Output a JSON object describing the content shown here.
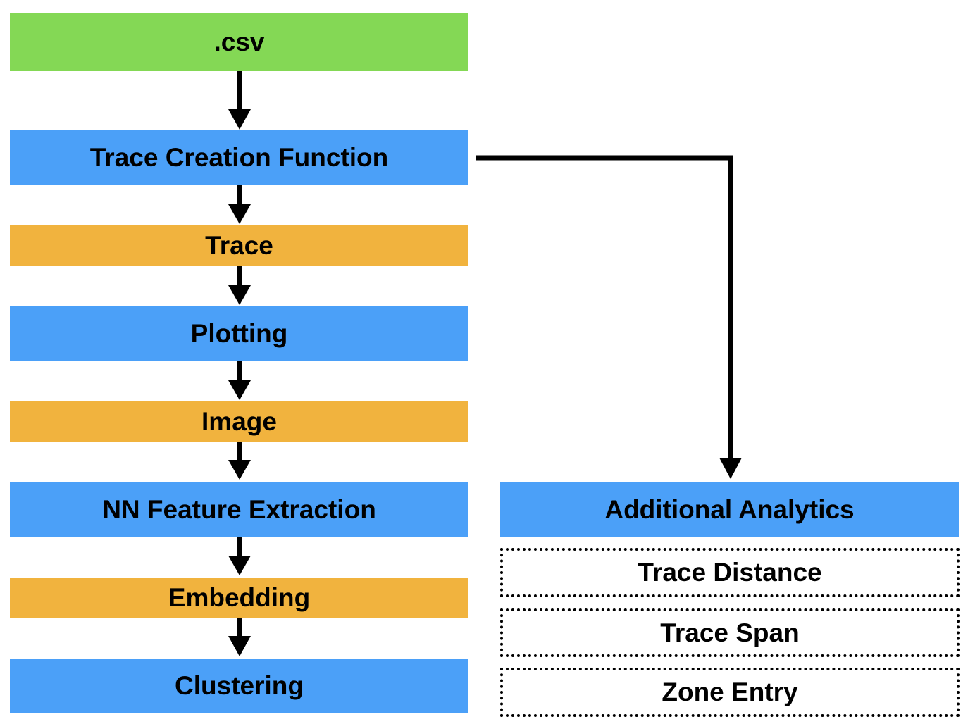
{
  "colors": {
    "input": "#84d855",
    "function": "#4ba0f8",
    "data": "#f1b33e",
    "arrow": "#000000",
    "metric_border": "#000000"
  },
  "pipeline": {
    "csv": ".csv",
    "trace_creation": "Trace Creation Function",
    "trace": "Trace",
    "plotting": "Plotting",
    "image": "Image",
    "nn_feature": "NN Feature Extraction",
    "embedding": "Embedding",
    "clustering": "Clustering"
  },
  "analytics": {
    "title": "Additional Analytics",
    "metrics": [
      "Trace Distance",
      "Trace Span",
      "Zone Entry"
    ]
  }
}
